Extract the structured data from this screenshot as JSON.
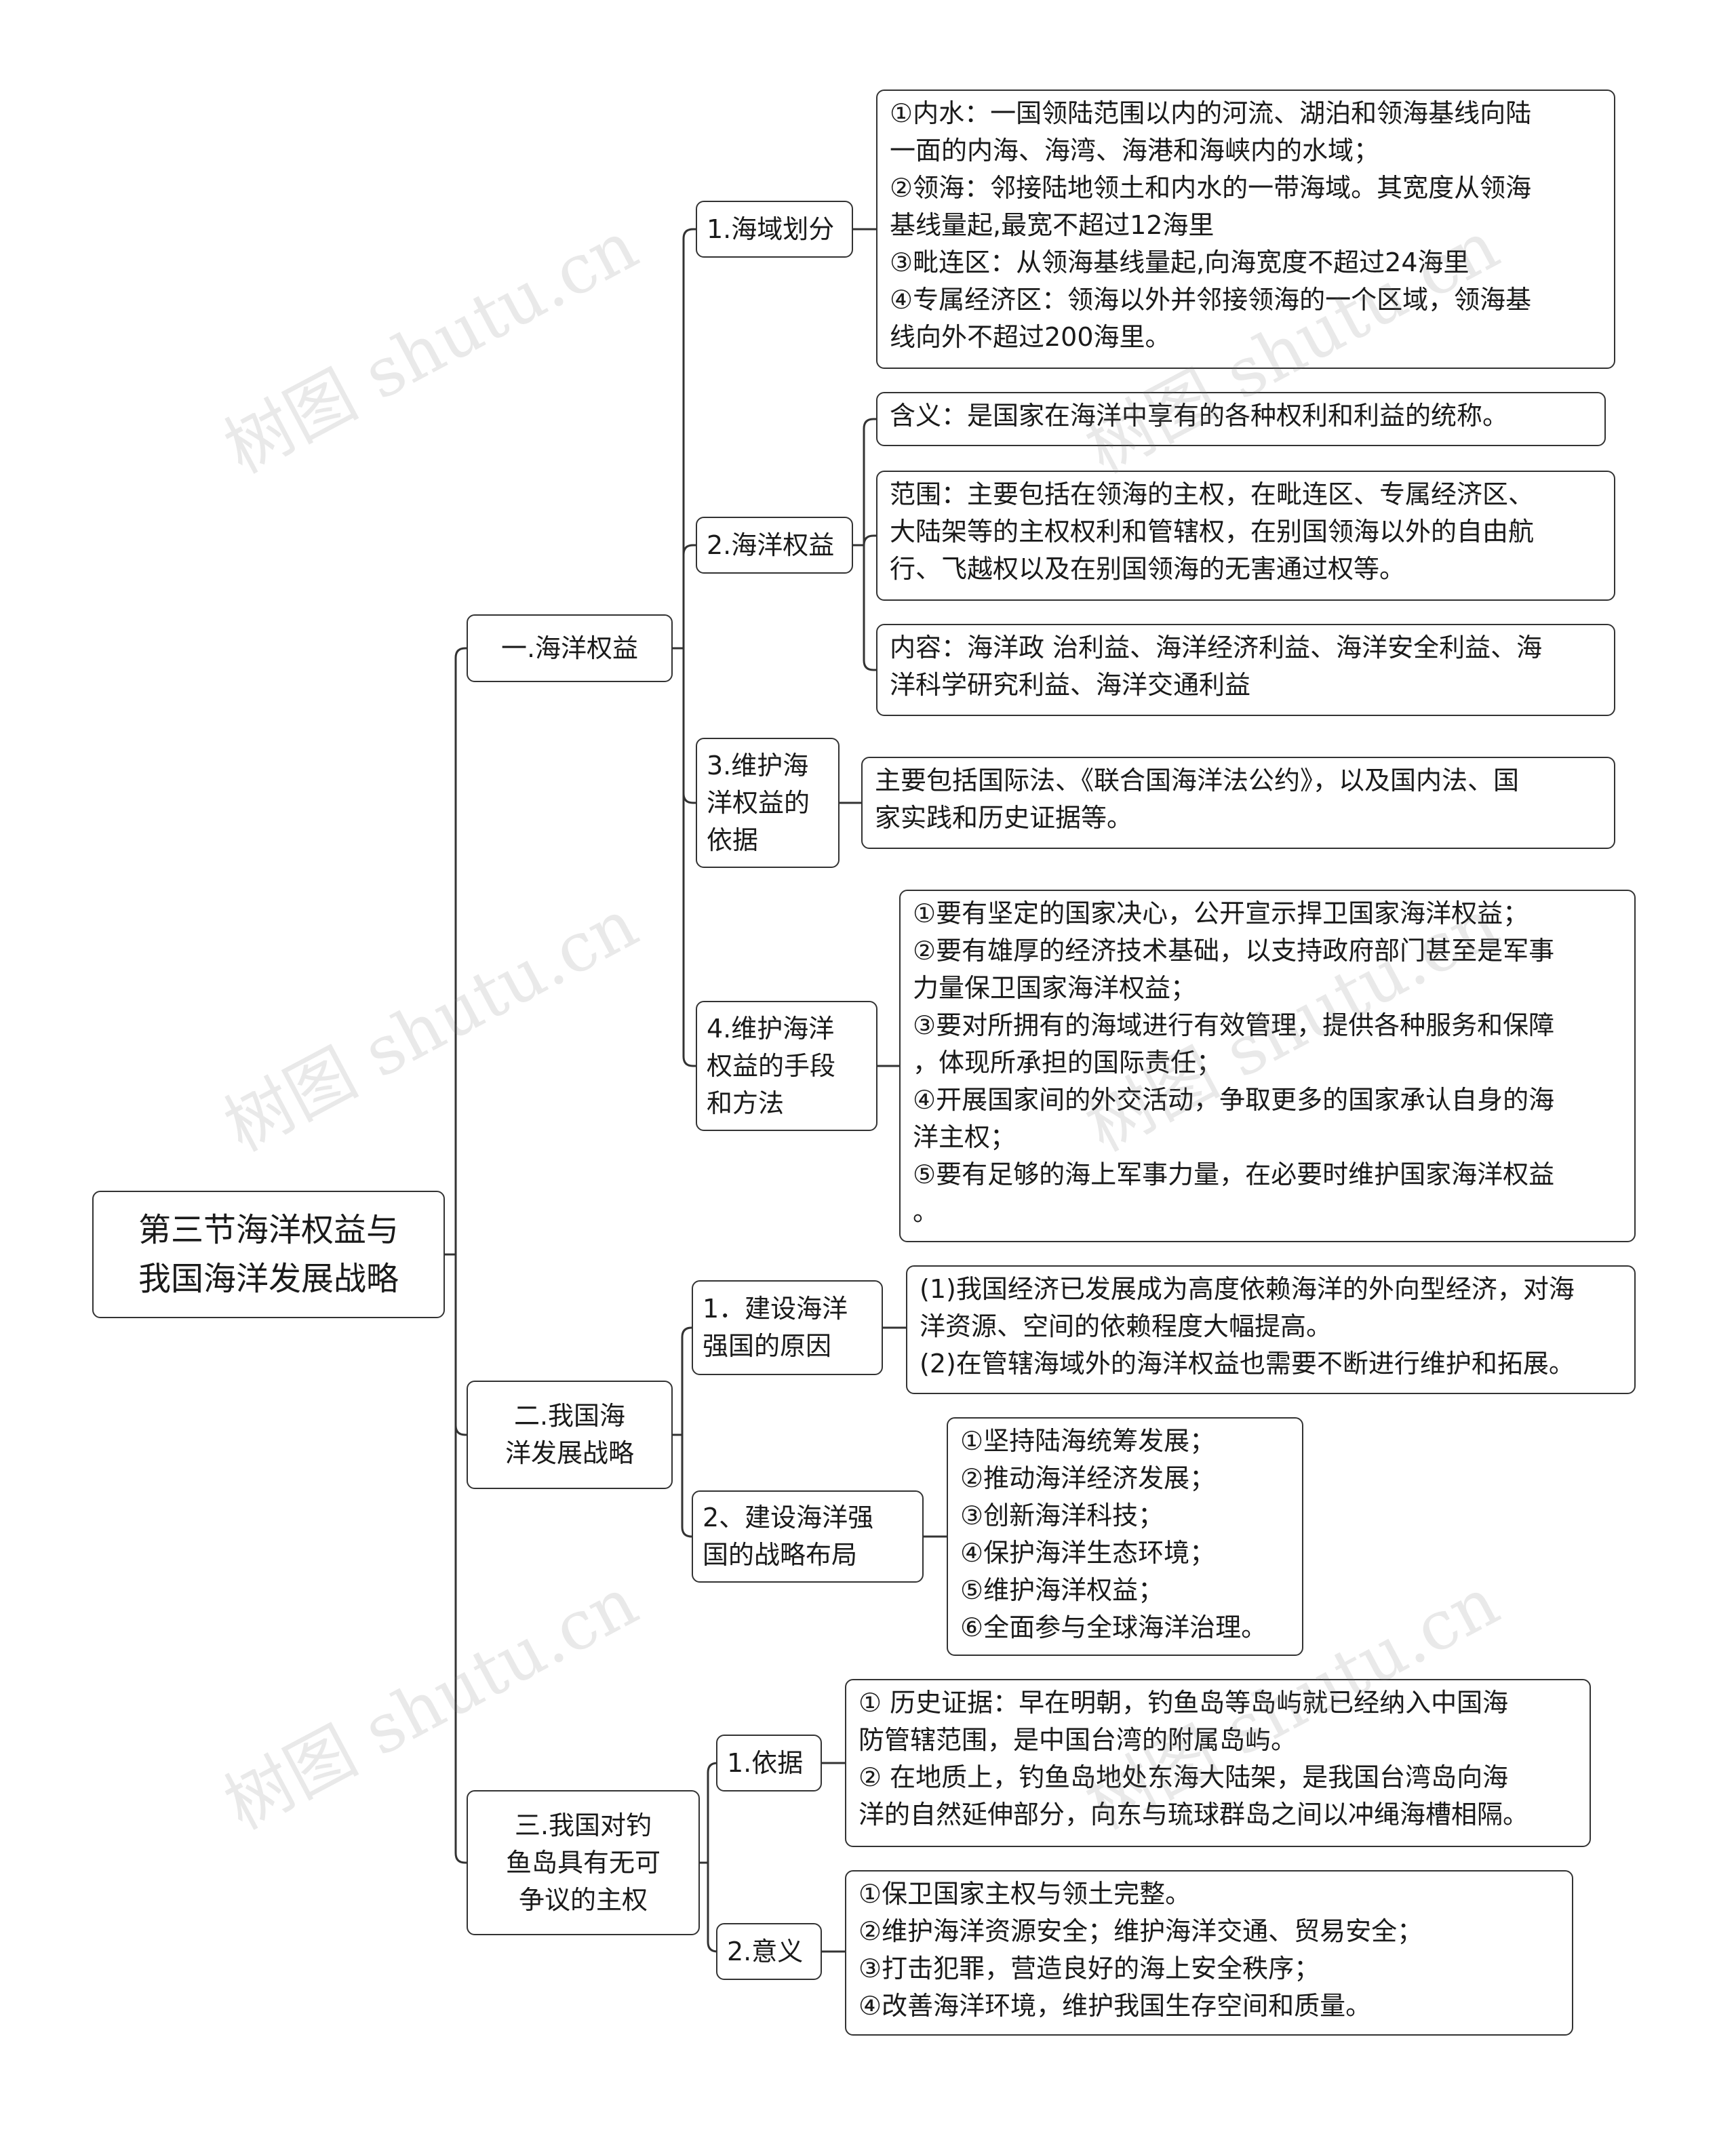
{
  "root": {
    "label": "第三节海洋权益与\n我国海洋发展战略"
  },
  "watermark": "树图 shutu.cn",
  "sections": [
    {
      "label": "一.海洋权益",
      "children": [
        {
          "label": "1.海域划分",
          "leaves": [
            "①内水：一国领陆范围以内的河流、湖泊和领海基线向陆\n一面的内海、海湾、海港和海峡内的水域；\n②领海：邻接陆地领土和内水的一带海域。其宽度从领海\n基线量起,最宽不超过12海里\n③毗连区：从领海基线量起,向海宽度不超过24海里\n④专属经济区：领海以外并邻接领海的一个区域，领海基\n线向外不超过200海里。"
          ]
        },
        {
          "label": "2.海洋权益",
          "leaves": [
            "含义：是国家在海洋中享有的各种权利和利益的统称。",
            "范围：主要包括在领海的主权，在毗连区、专属经济区、\n大陆架等的主权权利和管辖权，在别国领海以外的自由航\n行、飞越权以及在别国领海的无害通过权等。",
            "内容：海洋政 治利益、海洋经济利益、海洋安全利益、海\n洋科学研究利益、海洋交通利益"
          ]
        },
        {
          "label": "3.维护海\n洋权益的\n依据",
          "leaves": [
            "主要包括国际法、《联合国海洋法公约》，以及国内法、国\n家实践和历史证据等。"
          ]
        },
        {
          "label": "4.维护海洋\n权益的手段\n和方法",
          "leaves": [
            "①要有坚定的国家决心，公开宣示捍卫国家海洋权益；\n②要有雄厚的经济技术基础，以支持政府部门甚至是军事\n力量保卫国家海洋权益；\n③要对所拥有的海域进行有效管理，提供各种服务和保障\n，体现所承担的国际责任；\n④开展国家间的外交活动，争取更多的国家承认自身的海\n洋主权；\n⑤要有足够的海上军事力量，在必要时维护国家海洋权益\n。"
          ]
        }
      ]
    },
    {
      "label": "二.我国海\n洋发展战略",
      "children": [
        {
          "label": "1．建设海洋\n强国的原因",
          "leaves": [
            "(1)我国经济已发展成为高度依赖海洋的外向型经济，对海\n洋资源、空间的依赖程度大幅提高。\n(2)在管辖海域外的海洋权益也需要不断进行维护和拓展。"
          ]
        },
        {
          "label": "2、建设海洋强\n国的战略布局",
          "leaves": [
            "①坚持陆海统筹发展；\n②推动海洋经济发展；\n③创新海洋科技；\n④保护海洋生态环境；\n⑤维护海洋权益；\n⑥全面参与全球海洋治理。"
          ]
        }
      ]
    },
    {
      "label": "三.我国对钓\n鱼岛具有无可\n争议的主权",
      "children": [
        {
          "label": "1.依据",
          "leaves": [
            "① 历史证据：早在明朝，钓鱼岛等岛屿就已经纳入中国海\n防管辖范围，是中国台湾的附属岛屿。\n② 在地质上，钓鱼岛地处东海大陆架，是我国台湾岛向海\n洋的自然延伸部分，向东与琉球群岛之间以冲绳海槽相隔。"
          ]
        },
        {
          "label": "2.意义",
          "leaves": [
            "①保卫国家主权与领土完整。\n②维护海洋资源安全；维护海洋交通、贸易安全；\n③打击犯罪，营造良好的海上安全秩序；\n④改善海洋环境，维护我国生存空间和质量。"
          ]
        }
      ]
    }
  ]
}
